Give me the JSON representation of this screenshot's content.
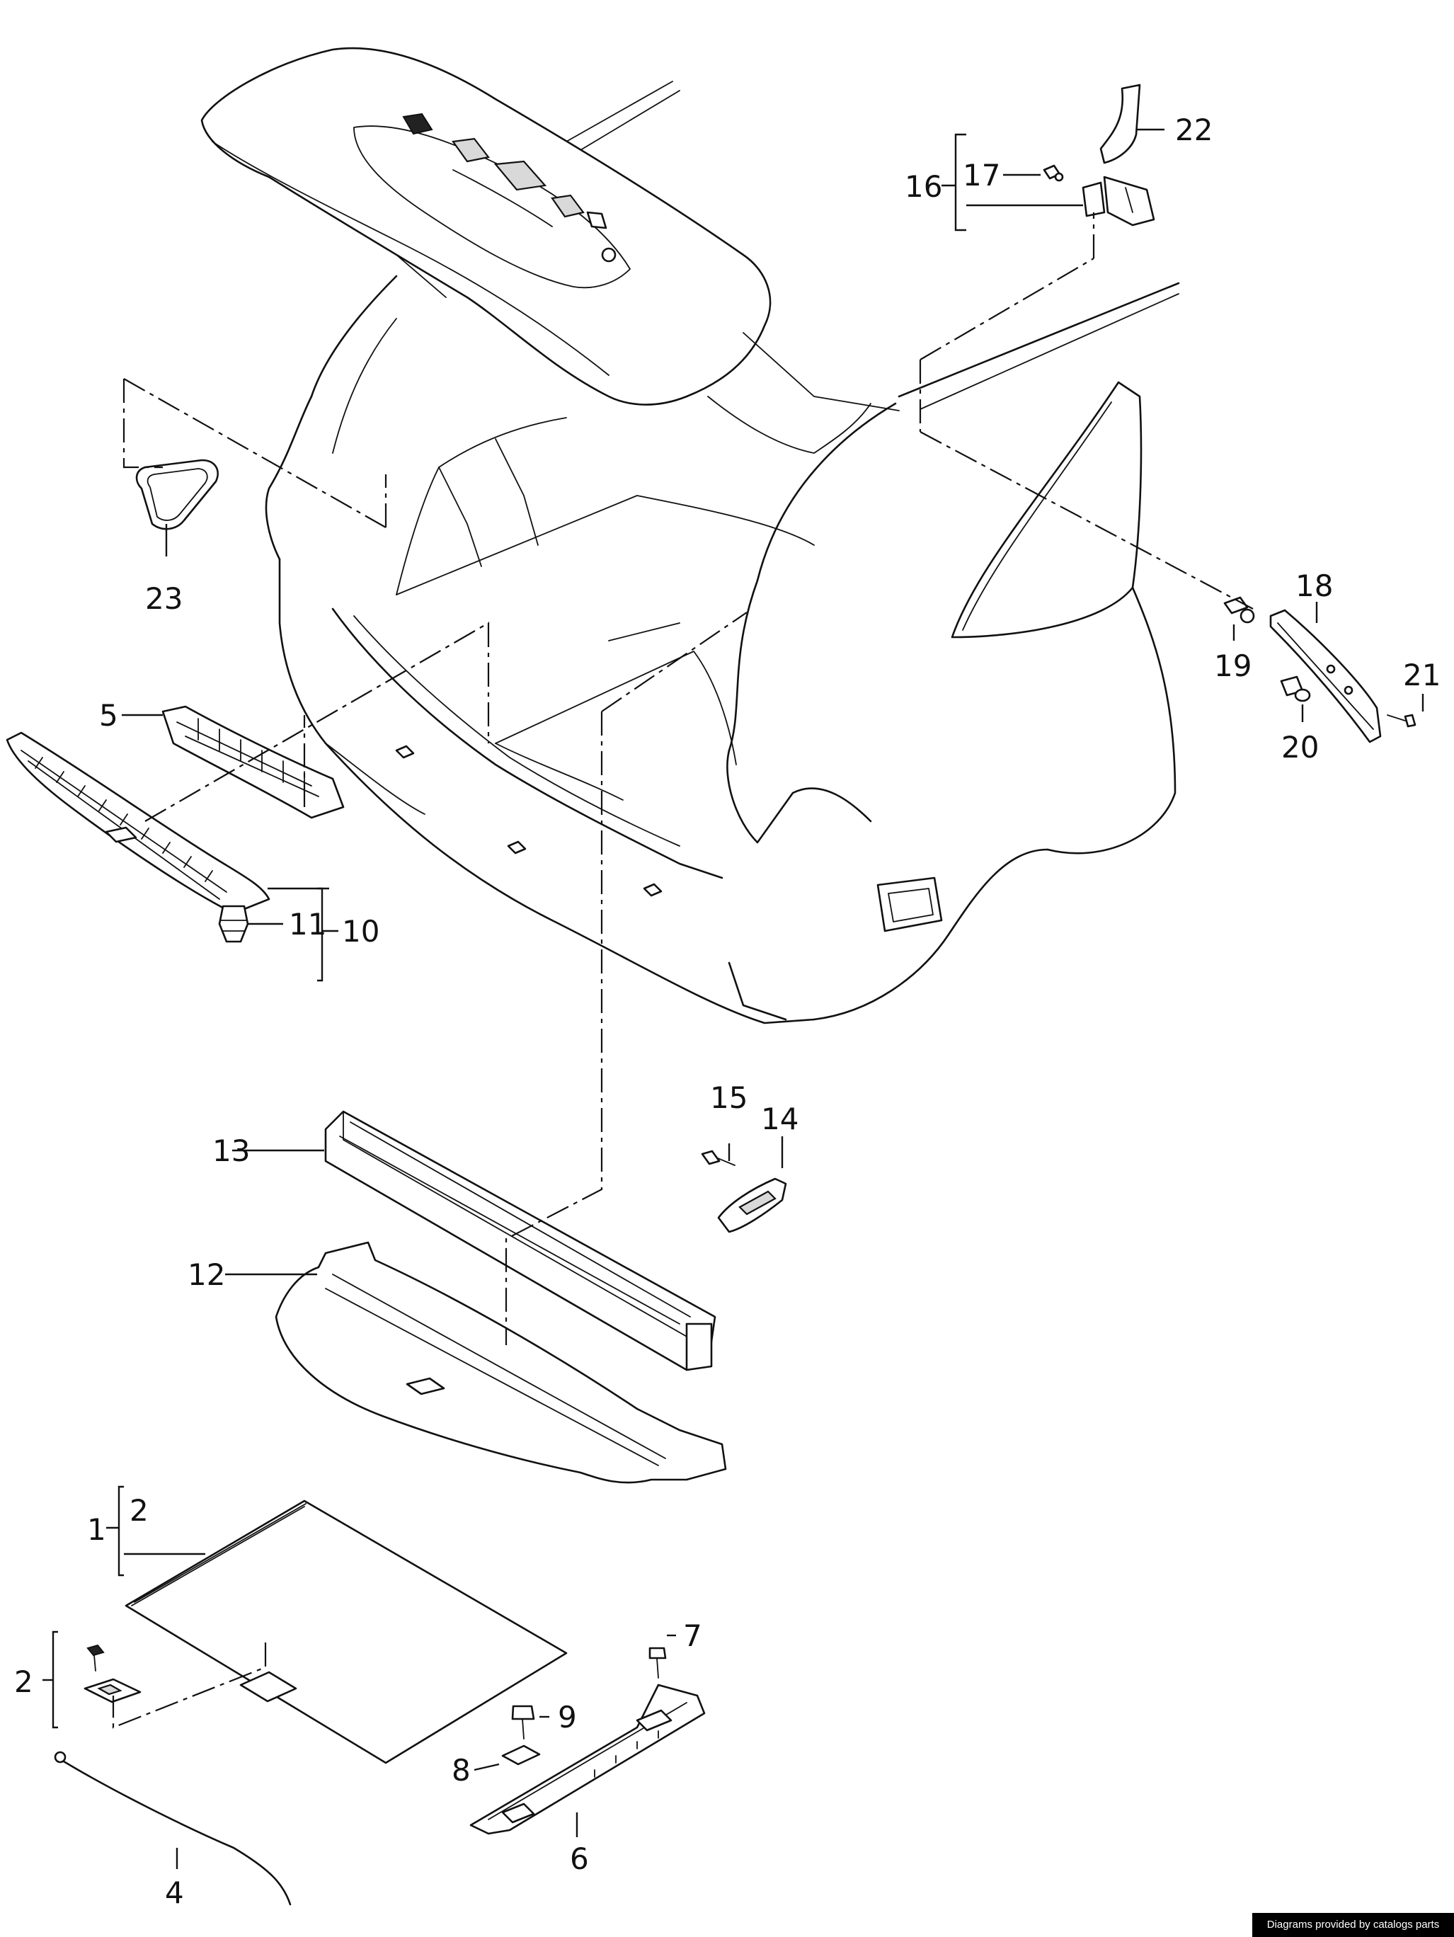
{
  "callouts": [
    "1",
    "2",
    "2",
    "4",
    "5",
    "6",
    "7",
    "8",
    "9",
    "10",
    "11",
    "12",
    "13",
    "14",
    "15",
    "16",
    "17",
    "18",
    "19",
    "20",
    "21",
    "22",
    "23"
  ],
  "credit": "Diagrams provided by catalogs parts"
}
